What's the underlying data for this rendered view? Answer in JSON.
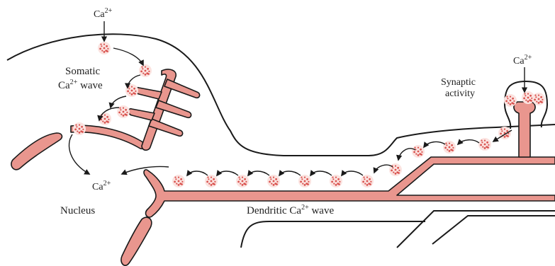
{
  "labels": {
    "ca_top": {
      "base": "Ca",
      "sup": "2+"
    },
    "somatic_line1": "Somatic",
    "somatic_line2": {
      "base": "Ca",
      "sup": "2+",
      "rest": " wave"
    },
    "ca_nucleus": {
      "base": "Ca",
      "sup": "2+"
    },
    "nucleus": "Nucleus",
    "dendritic": {
      "base": "Dendritic  Ca",
      "sup": "2+",
      "rest": " wave"
    },
    "synaptic_line1": "Synaptic",
    "synaptic_line2": "activity",
    "ca_right": {
      "base": "Ca",
      "sup": "2+"
    }
  },
  "colors": {
    "er_fill": "#e9968e",
    "stroke": "#1a1a1a",
    "calcium_dot": "#d9534f",
    "background": "#ffffff"
  }
}
